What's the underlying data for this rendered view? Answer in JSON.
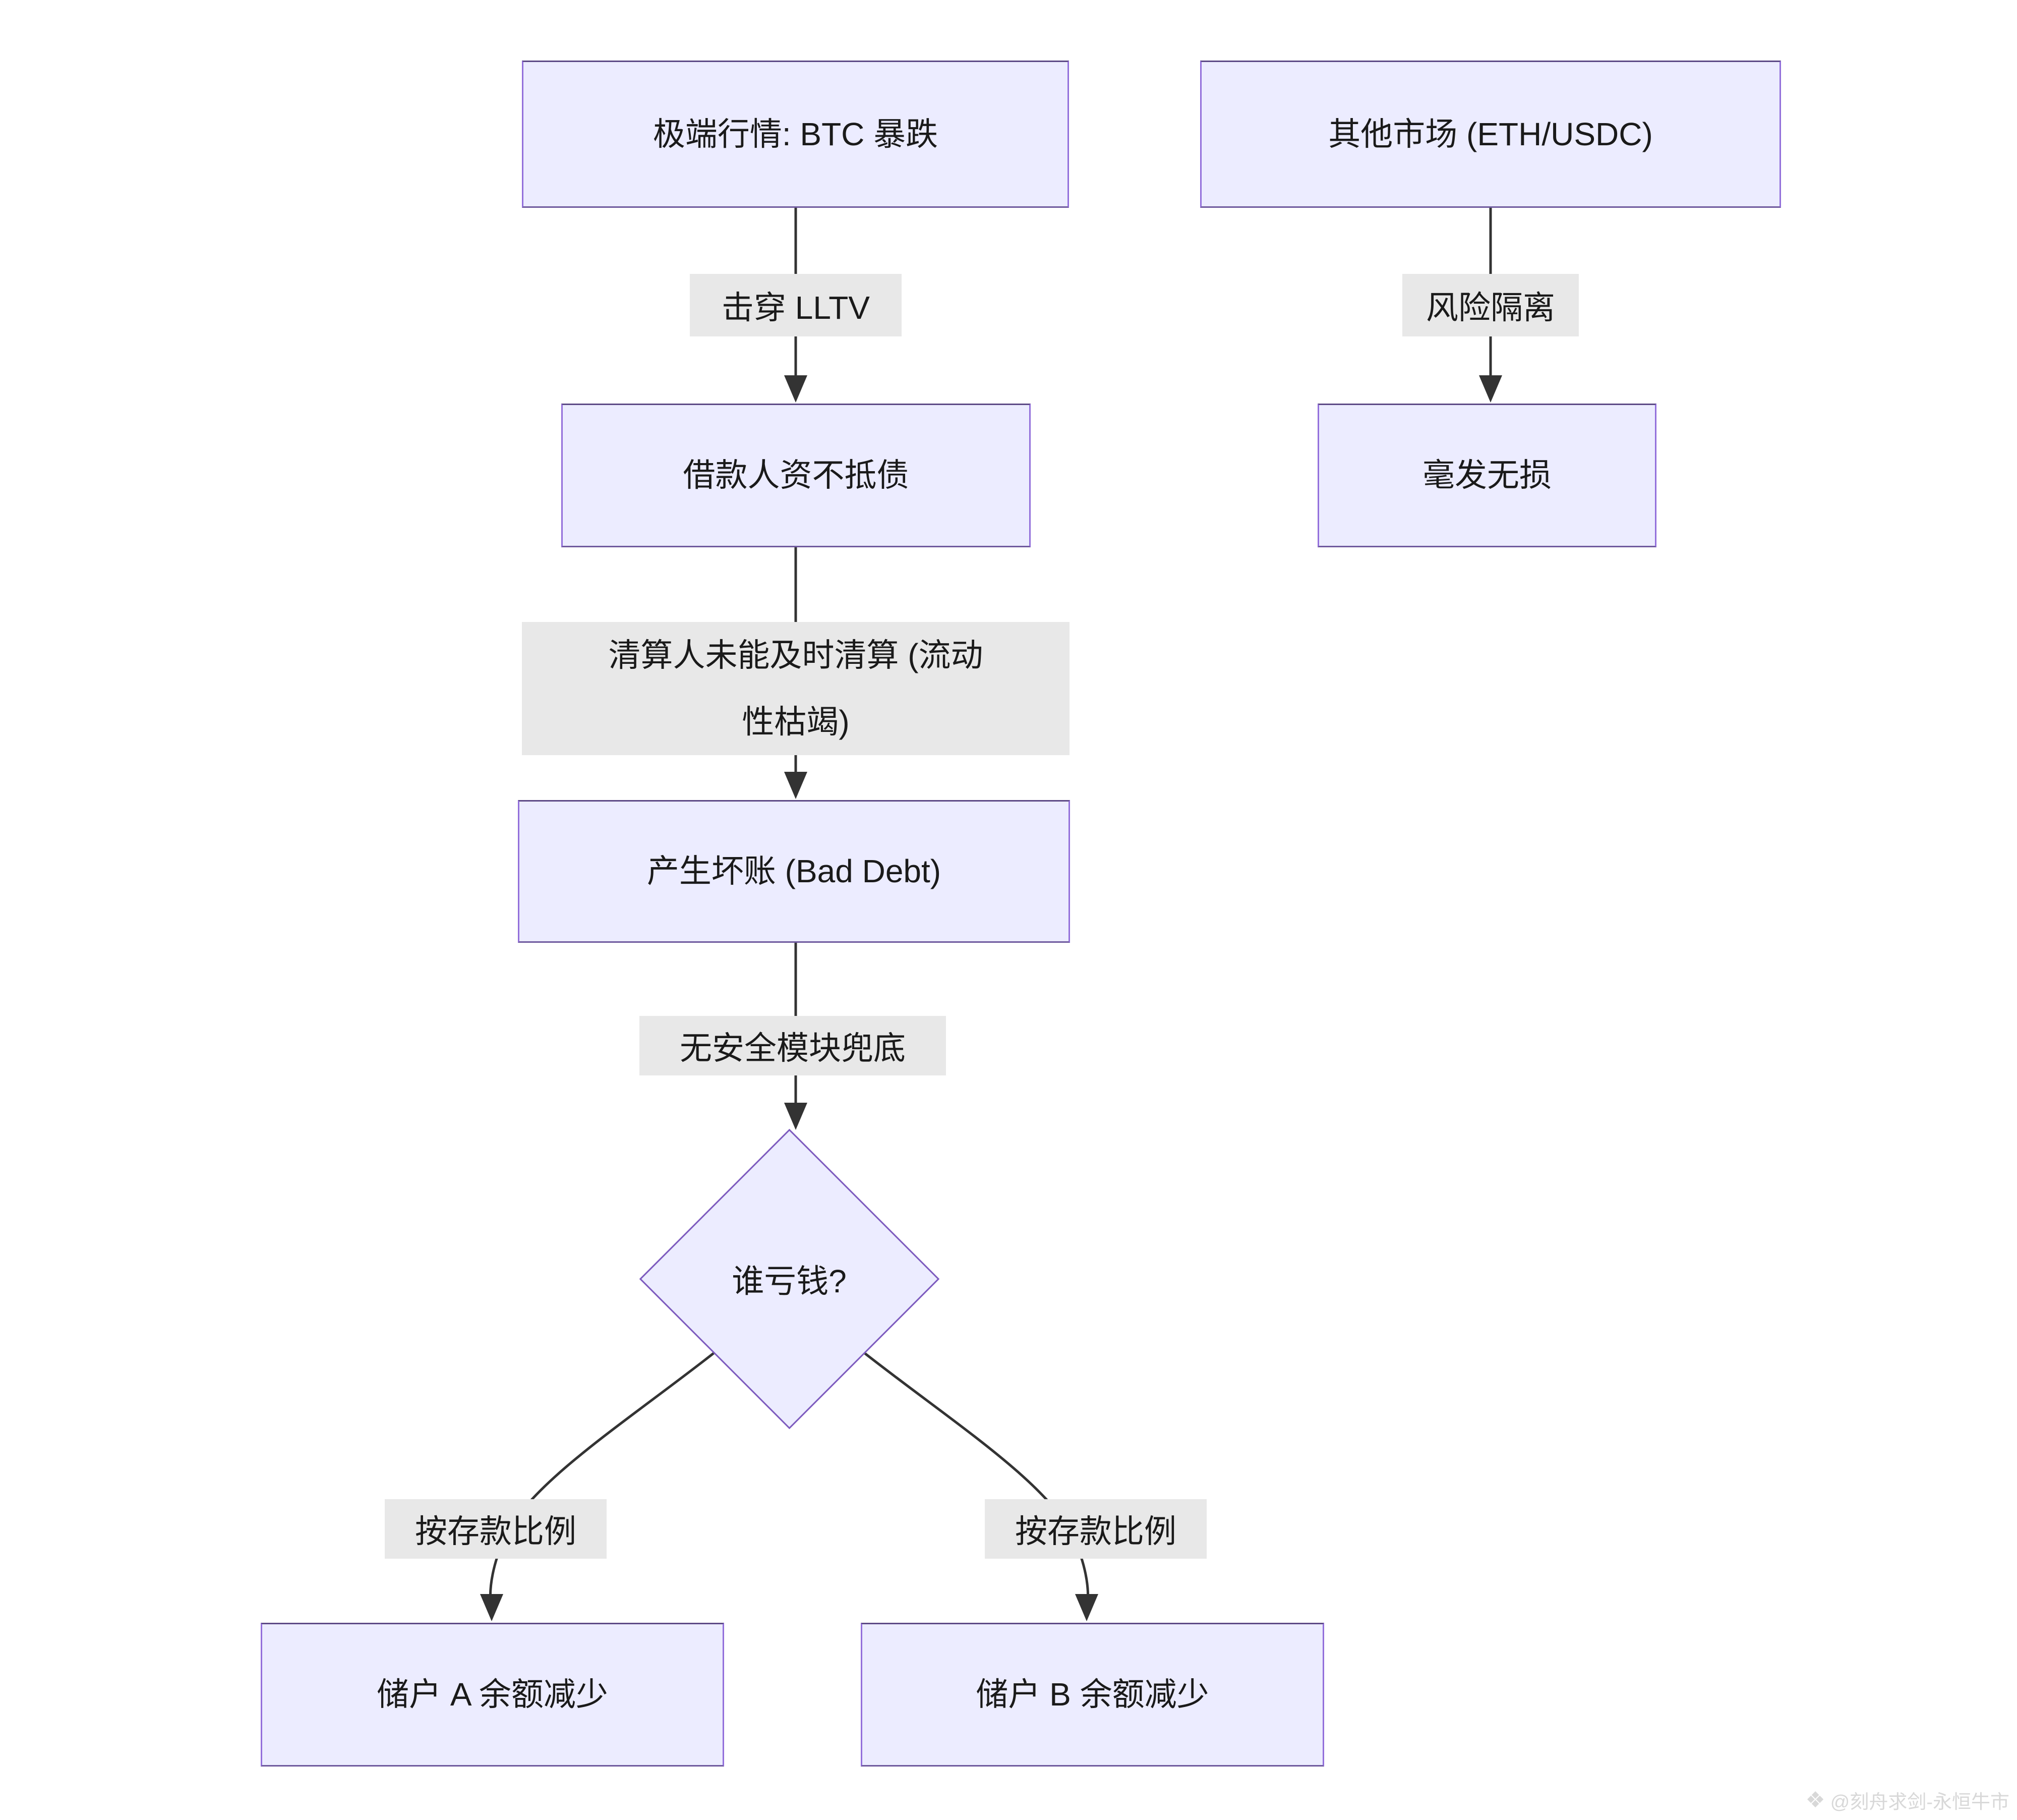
{
  "diagram": {
    "type": "flowchart",
    "background": "#ffffff",
    "colors": {
      "node_fill": "#ECECFF",
      "node_border": "#9370DB",
      "edge_label_bg": "#e8e8e8",
      "edge_line": "#333333",
      "text": "#1a1a1a",
      "watermark_text": "#d8d8d8"
    },
    "nodes": [
      {
        "id": "btc_crash",
        "shape": "rect",
        "label": "极端行情: BTC 暴跌"
      },
      {
        "id": "other_markets",
        "shape": "rect",
        "label": "其他市场 (ETH/USDC)"
      },
      {
        "id": "borrower_insolvent",
        "shape": "rect",
        "label": "借款人资不抵债"
      },
      {
        "id": "unharmed",
        "shape": "rect",
        "label": "毫发无损"
      },
      {
        "id": "bad_debt",
        "shape": "rect",
        "label": "产生坏账 (Bad Debt)"
      },
      {
        "id": "who_loses",
        "shape": "diamond",
        "label": "谁亏钱?"
      },
      {
        "id": "depositor_a",
        "shape": "rect",
        "label": "储户 A 余额减少"
      },
      {
        "id": "depositor_b",
        "shape": "rect",
        "label": "储户 B 余额减少"
      }
    ],
    "edges": [
      {
        "from": "btc_crash",
        "to": "borrower_insolvent",
        "label": "击穿 LLTV"
      },
      {
        "from": "other_markets",
        "to": "unharmed",
        "label": "风险隔离"
      },
      {
        "from": "borrower_insolvent",
        "to": "bad_debt",
        "label": "清算人未能及时清算 (流动\n性枯竭)"
      },
      {
        "from": "bad_debt",
        "to": "who_loses",
        "label": "无安全模块兜底"
      },
      {
        "from": "who_loses",
        "to": "depositor_a",
        "label": "按存款比例"
      },
      {
        "from": "who_loses",
        "to": "depositor_b",
        "label": "按存款比例"
      }
    ],
    "watermark": {
      "icon": "❖",
      "text": "@刻舟求剑-永恒牛市"
    }
  }
}
